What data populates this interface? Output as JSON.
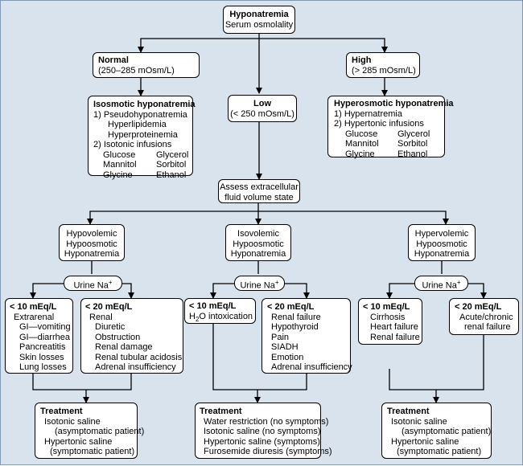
{
  "root": {
    "title": "Hyponatremia",
    "subtitle": "Serum osmolality"
  },
  "normal": {
    "title": "Normal",
    "range": "(250–285 mOsm/L)"
  },
  "high": {
    "title": "High",
    "range": "(> 285 mOsm/L)"
  },
  "low": {
    "title": "Low",
    "range": "(< 250 mOsm/L)"
  },
  "isosmotic": {
    "title": "Isosmotic hyponatremia",
    "item1": "1) Pseudohyponatremia",
    "item1_subs": [
      "Hyperlipidemia",
      "Hyperproteinemia"
    ],
    "item2": "2) Isotonic infusions",
    "left_col": [
      "Glucose",
      "Mannitol",
      "Glycine"
    ],
    "right_col": [
      "Glycerol",
      "Sorbitol",
      "Ethanol"
    ]
  },
  "hyperosmotic": {
    "title": "Hyperosmotic hyponatremia",
    "item1": "1) Hypernatremia",
    "item2": "2) Hypertonic infusions",
    "left_col": [
      "Glucose",
      "Mannitol",
      "Glycine"
    ],
    "right_col": [
      "Glycerol",
      "Sorbitol",
      "Ethanol"
    ]
  },
  "assess": {
    "line1": "Assess extracellular",
    "line2": "fluid volume state"
  },
  "hypovolemic": {
    "lines": [
      "Hypovolemic",
      "Hypoosmotic",
      "Hyponatremia"
    ]
  },
  "isovolemic": {
    "lines": [
      "Isovolemic",
      "Hypoosmotic",
      "Hyponatremia"
    ]
  },
  "hypervolemic": {
    "lines": [
      "Hypervolemic",
      "Hypoosmotic",
      "Hyponatremia"
    ]
  },
  "urine_label": "Urine Na",
  "urine_sup": "+",
  "hypo_low": {
    "title": "< 10 mEq/L",
    "lines": [
      "Extrarenal",
      "GI—vomiting",
      "GI—diarrhea",
      "Pancreatitis",
      "Skin losses",
      "Lung losses"
    ]
  },
  "hypo_high": {
    "title": "< 20 mEq/L",
    "lines": [
      "Renal",
      "Diuretic",
      "Obstruction",
      "Renal damage",
      "Renal tubular acidosis",
      "Adrenal insufficiency"
    ]
  },
  "iso_low": {
    "title": "< 10 mEq/L",
    "h": "H",
    "sub": "2",
    "rest": "O intoxication"
  },
  "iso_high": {
    "title": "< 20 mEq/L",
    "lines": [
      "Renal failure",
      "Hypothyroid",
      "Pain",
      "SIADH",
      "Emotion",
      "Adrenal insufficiency"
    ]
  },
  "hyper_low": {
    "title": "< 10 mEq/L",
    "lines": [
      "Cirrhosis",
      "Heart failure",
      "Renal failure"
    ]
  },
  "hyper_high": {
    "title": "< 20 mEq/L",
    "lines": [
      "Acute/chronic",
      "renal failure"
    ]
  },
  "treat_left": {
    "title": "Treatment",
    "lines": [
      "Isotonic saline",
      "(asymptomatic patient)",
      "Hypertonic saline",
      "(symptomatic patient)"
    ]
  },
  "treat_mid": {
    "title": "Treatment",
    "lines": [
      "Water restriction (no symptoms)",
      "Isotonic saline (no symptoms)",
      "Hypertonic saline (symptoms)",
      "Furosemide diuresis (symptoms)"
    ]
  },
  "treat_right": {
    "title": "Treatment",
    "lines": [
      "Isotonic saline",
      "(asymptomatic patient)",
      "Hypertonic saline",
      "(symptomatic patient)"
    ]
  }
}
